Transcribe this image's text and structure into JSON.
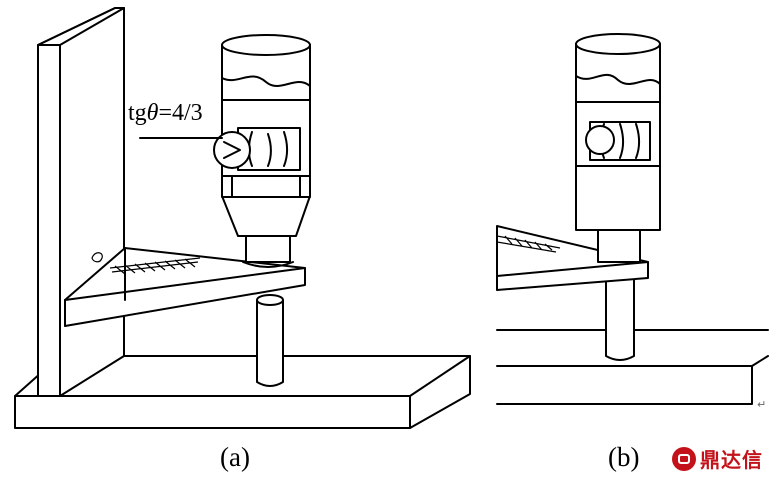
{
  "figure": {
    "annotation": {
      "prefix": "tg",
      "symbol": "θ",
      "suffix": "=4/3"
    },
    "captions": {
      "a": "(a)",
      "b": "(b)"
    },
    "watermark": {
      "text": "鼎达信",
      "color": "#c4121a"
    },
    "return_mark": "↵"
  }
}
